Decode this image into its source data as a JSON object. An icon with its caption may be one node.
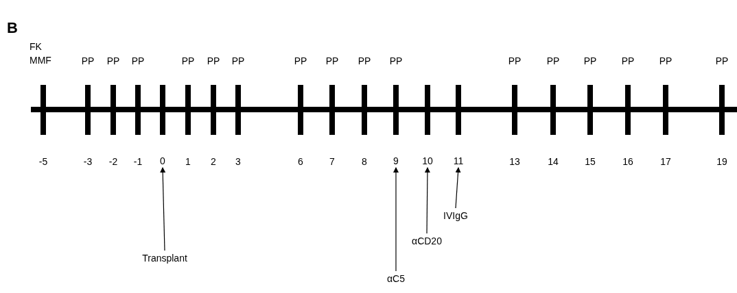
{
  "diagram": {
    "nodes": [
      {
        "text": [
          "0"
        ]
      },
      {
        "text": [
          "9"
        ]
      },
      {
        "text": [
          "10"
        ]
      },
      {
        "text": [
          "11"
        ]
      },
      {
        "text": [
          "IVIgG"
        ]
      },
      {
        "text": [
          "Transplant"
        ]
      },
      {
        "text": [
          "αCD20"
        ]
      },
      {
        "text": [
          "αC5"
        ]
      }
    ],
    "edges": [
      {
        "from": 5,
        "to": 0,
        "arrow": "to"
      },
      {
        "from": 7,
        "to": 1,
        "arrow": "to"
      },
      {
        "from": 6,
        "to": 2,
        "arrow": "to"
      },
      {
        "from": 4,
        "to": 3,
        "arrow": "to"
      }
    ],
    "labels": [
      "B",
      "FK MMF",
      "PP",
      "PP",
      "PP",
      "PP",
      "PP",
      "PP",
      "PP",
      "PP",
      "PP",
      "PP",
      "PP",
      "PP",
      "PP",
      "PP",
      "PP",
      "PP",
      "-5",
      "-3",
      "-2",
      "-1",
      "1",
      "2",
      "3",
      "6",
      "7",
      "8",
      "13",
      "14",
      "15",
      "16",
      "17",
      "19"
    ]
  }
}
